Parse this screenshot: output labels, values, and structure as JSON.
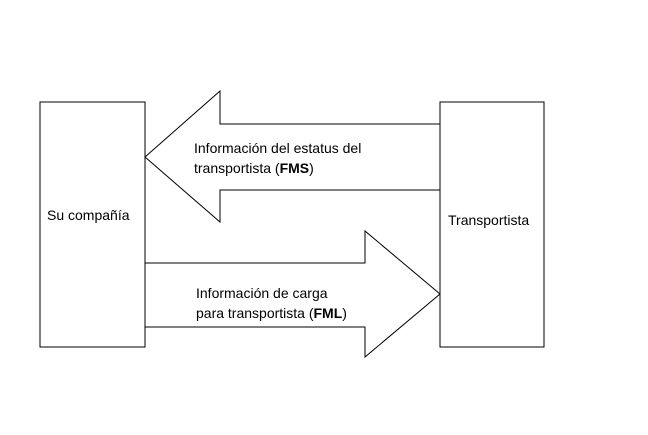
{
  "diagram": {
    "company_box": {
      "label": "Su compañía"
    },
    "carrier_box": {
      "label": "Transportista"
    },
    "arrow_to_company": {
      "line1": "Información del estatus del",
      "line2_prefix": "transportista (",
      "code": "FMS",
      "line2_suffix": ")"
    },
    "arrow_to_carrier": {
      "line1": "Información de carga",
      "line2_prefix": "para transportista (",
      "code": "FML",
      "line2_suffix": ")"
    },
    "colors": {
      "stroke": "#000000",
      "fill": "#ffffff"
    }
  }
}
